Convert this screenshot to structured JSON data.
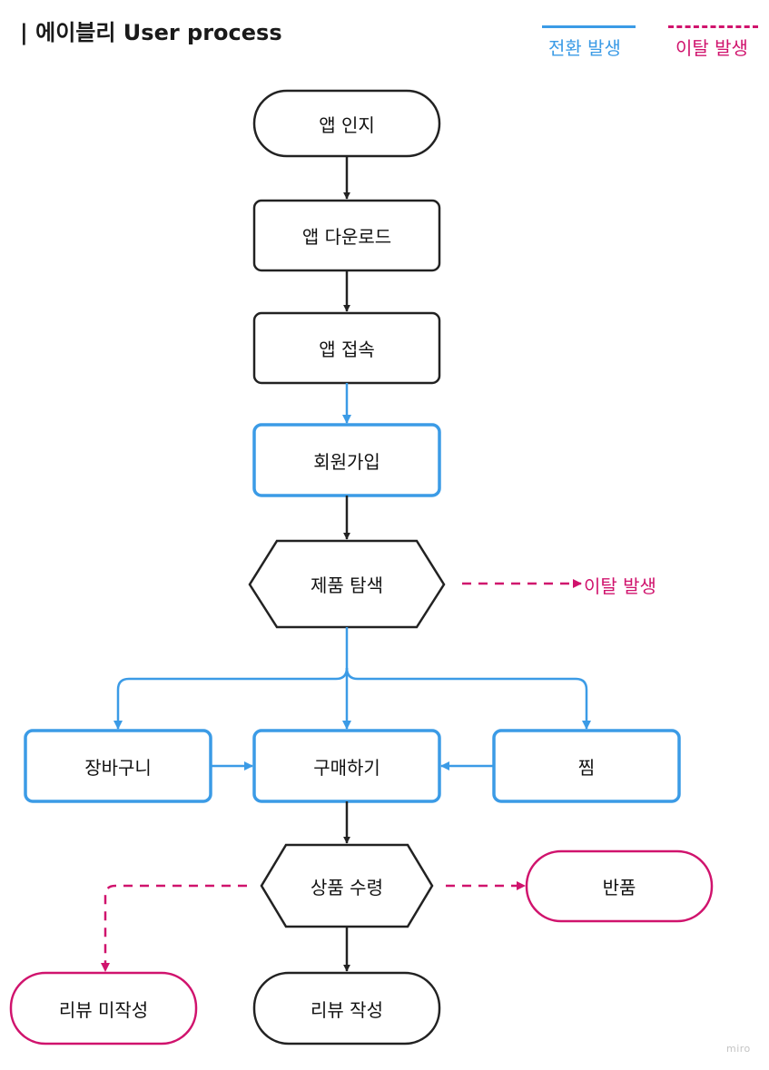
{
  "title": "| 에이블리 User process",
  "legend": {
    "conversion": {
      "label": "전환 발생",
      "color": "#3b9be6"
    },
    "dropoff": {
      "label": "이탈 발생",
      "color": "#d0136d"
    }
  },
  "colors": {
    "neutral": "#222222",
    "conversion": "#3b9be6",
    "dropoff": "#d0136d"
  },
  "nodes": {
    "app_awareness": "앱 인지",
    "app_download": "앱 다운로드",
    "app_access": "앱 접속",
    "signup": "회원가입",
    "product_search": "제품 탐색",
    "cart": "장바구니",
    "purchase": "구매하기",
    "wishlist": "찜",
    "product_receipt": "상품 수령",
    "return": "반품",
    "review_not_written": "리뷰 미작성",
    "review_written": "리뷰 작성"
  },
  "dropoff_label": "이탈 발생",
  "watermark": "miro"
}
